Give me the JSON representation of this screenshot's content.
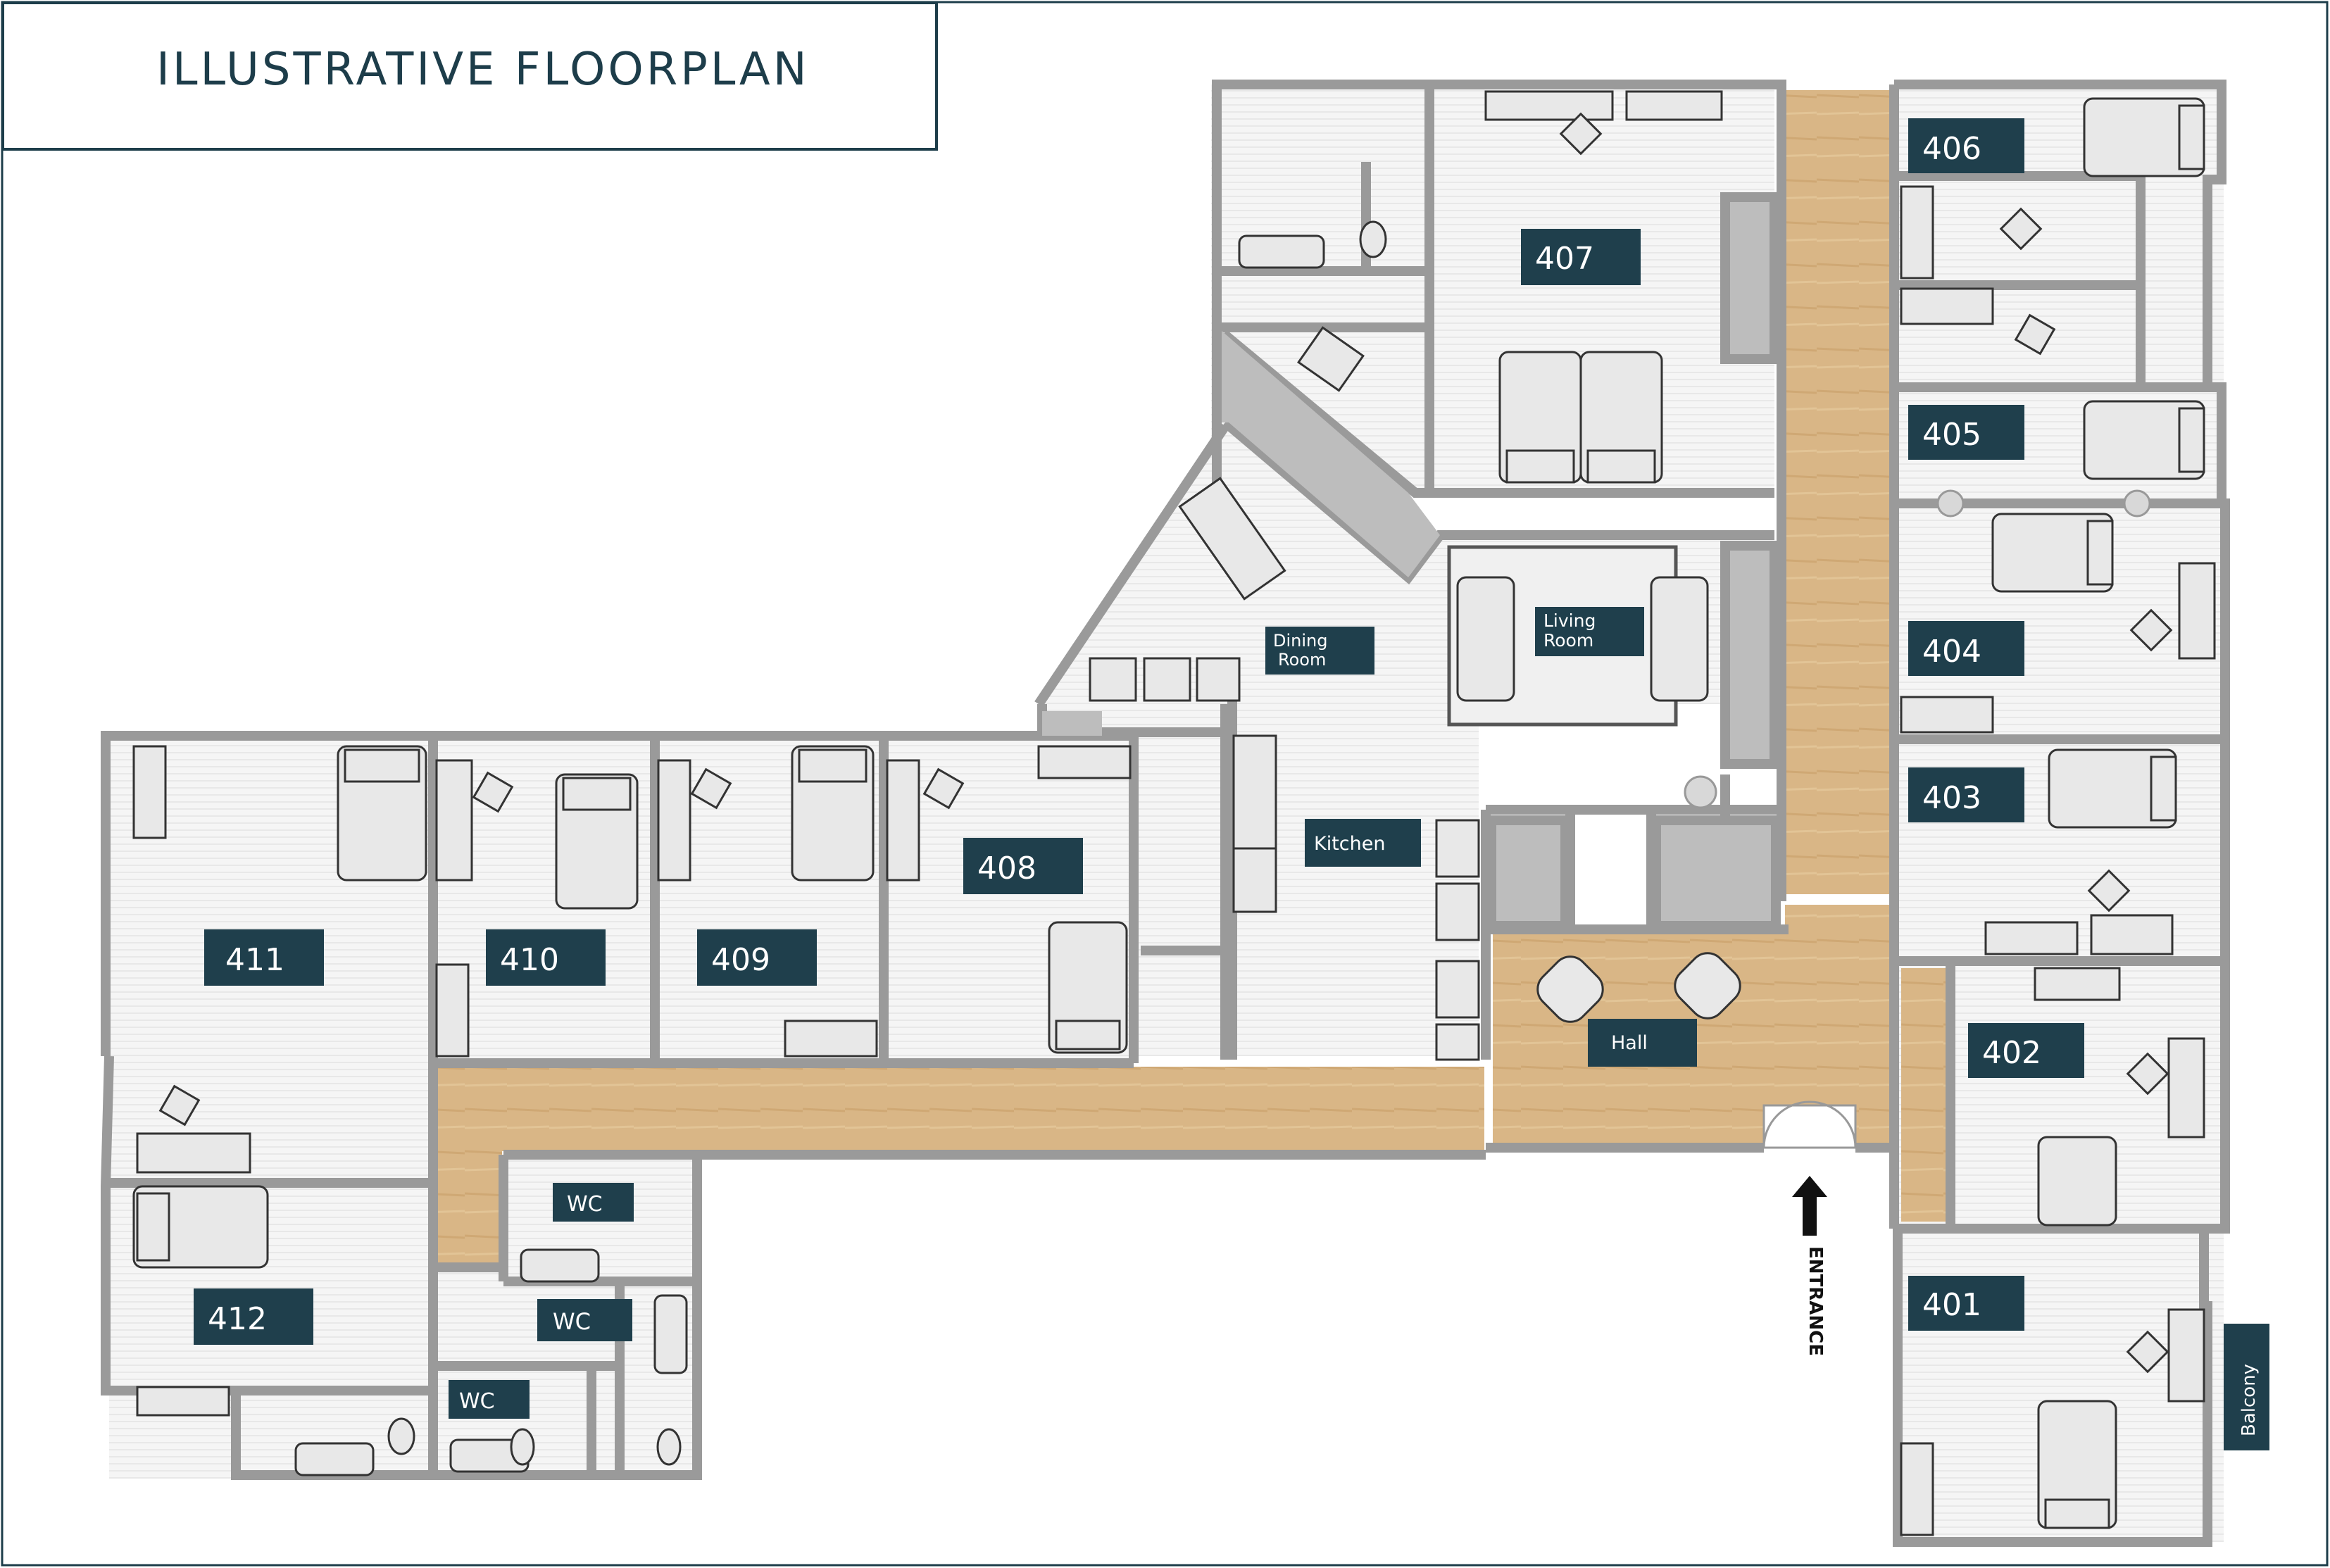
{
  "title": "ILLUSTRATIVE FLOORPLAN",
  "entrance_label": "ENTRANCE",
  "colors": {
    "wall": "#9a9a9a",
    "floor": "#f4f4f4",
    "wood": "#d8b485",
    "label_bg": "#1f3f4c",
    "label_text": "#ffffff",
    "title_text": "#1d3d4a",
    "frame": "#1d3d4a",
    "furniture_fill": "#e6e6e6",
    "furniture_stroke": "#333333"
  },
  "rooms": {
    "r401": "401",
    "r402": "402",
    "r403": "403",
    "r404": "404",
    "r405": "405",
    "r406": "406",
    "r407": "407",
    "r408": "408",
    "r409": "409",
    "r410": "410",
    "r411": "411",
    "r412": "412",
    "wc1": "WC",
    "wc2": "WC",
    "wc3": "WC",
    "dining_l1": "Dining",
    "dining_l2": "Room",
    "living_l1": "Living",
    "living_l2": "Room",
    "kitchen": "Kitchen",
    "hall": "Hall",
    "balcony": "Balcony"
  }
}
